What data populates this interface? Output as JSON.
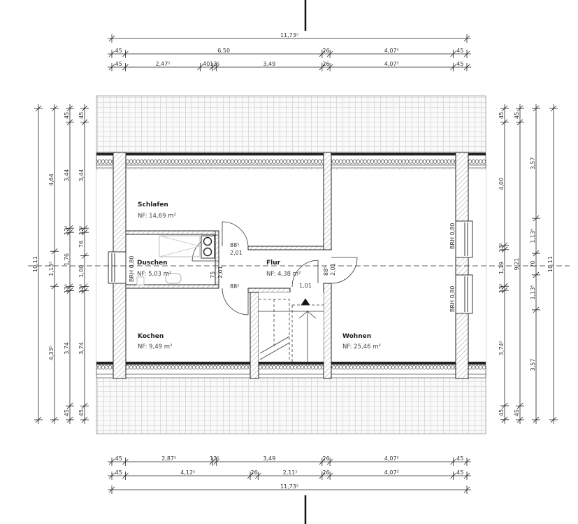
{
  "plan": {
    "rooms": [
      {
        "name": "Schlafen",
        "area": "NF: 14,69 m²"
      },
      {
        "name": "Duschen",
        "area": "NF: 5,03 m²"
      },
      {
        "name": "Flur",
        "area": "NF: 4,38 m²"
      },
      {
        "name": "Kochen",
        "area": "NF: 9,49 m²"
      },
      {
        "name": "Wohnen",
        "area": "NF: 25,46 m²"
      }
    ],
    "door_labels": {
      "schlafen_width": "88⁵",
      "schlafen_height": "2,01",
      "duschen_width": "75",
      "duschen_height": "2,01",
      "kochen_width": "88⁵",
      "stair_width": "1,01",
      "wohnen_width": "88⁵",
      "wohnen_height": "2,01"
    },
    "window_labels": [
      "BRH 0,80",
      "BRH 0,80",
      "BRH 0,80"
    ]
  },
  "dimensions": {
    "top": [
      [
        {
          "label": "11,73⁵",
          "value": 11.735
        }
      ],
      [
        {
          "label": "45",
          "value": 0.45
        },
        {
          "label": "6,50",
          "value": 6.5
        },
        {
          "label": "26",
          "value": 0.26
        },
        {
          "label": "4,07⁵",
          "value": 4.075
        },
        {
          "label": "45",
          "value": 0.45
        }
      ],
      [
        {
          "label": "45",
          "value": 0.45
        },
        {
          "label": "2,47⁵",
          "value": 2.475
        },
        {
          "label": "40",
          "value": 0.4
        },
        {
          "label": "13⁵",
          "value": 0.135
        },
        {
          "label": "3,49",
          "value": 3.49
        },
        {
          "label": "26",
          "value": 0.26
        },
        {
          "label": "4,07⁵",
          "value": 4.075
        },
        {
          "label": "45",
          "value": 0.45
        }
      ]
    ],
    "bottom": [
      [
        {
          "label": "45",
          "value": 0.45
        },
        {
          "label": "2,87⁵",
          "value": 2.875
        },
        {
          "label": "13⁵",
          "value": 0.135
        },
        {
          "label": "3,49",
          "value": 3.49
        },
        {
          "label": "26",
          "value": 0.26
        },
        {
          "label": "4,07⁵",
          "value": 4.075
        },
        {
          "label": "45",
          "value": 0.45
        }
      ],
      [
        {
          "label": "45",
          "value": 0.45
        },
        {
          "label": "4,12⁵",
          "value": 4.125
        },
        {
          "label": "26",
          "value": 0.26
        },
        {
          "label": "2,11⁵",
          "value": 2.115
        },
        {
          "label": "26",
          "value": 0.26
        },
        {
          "label": "4,07⁵",
          "value": 4.075
        },
        {
          "label": "45",
          "value": 0.45
        }
      ],
      [
        {
          "label": "11,73⁵",
          "value": 11.735
        }
      ]
    ],
    "left": [
      [
        {
          "label": "10,11",
          "value": 10.11
        }
      ],
      [
        {
          "label": "4,64",
          "value": 4.64
        },
        {
          "label": "1,13⁵",
          "value": 1.135
        },
        {
          "label": "4,33⁵",
          "value": 4.335
        }
      ],
      [
        {
          "label": "45",
          "value": 0.45
        },
        {
          "label": "3,44",
          "value": 3.44
        },
        {
          "label": "13⁵",
          "value": 0.135
        },
        {
          "label": "1,76",
          "value": 1.76
        },
        {
          "label": "13⁵",
          "value": 0.135
        },
        {
          "label": "3,74",
          "value": 3.74
        },
        {
          "label": "45",
          "value": 0.45
        }
      ],
      [
        {
          "label": "45",
          "value": 0.45
        },
        {
          "label": "3,44",
          "value": 3.44
        },
        {
          "label": "13⁵",
          "value": 0.135
        },
        {
          "label": "76",
          "value": 0.76
        },
        {
          "label": "1,00",
          "value": 1.0
        },
        {
          "label": "13⁵",
          "value": 0.135
        },
        {
          "label": "3,74",
          "value": 3.74
        },
        {
          "label": "45",
          "value": 0.45
        }
      ]
    ],
    "right": [
      [
        {
          "label": "45",
          "value": 0.45
        },
        {
          "label": "4,00",
          "value": 4.0
        },
        {
          "label": "13⁵",
          "value": 0.135
        },
        {
          "label": "1,19",
          "value": 1.19
        },
        {
          "label": "13⁵",
          "value": 0.135
        },
        {
          "label": "3,74⁵",
          "value": 3.745
        },
        {
          "label": "45",
          "value": 0.45
        }
      ],
      [
        {
          "label": "45",
          "value": 0.45
        },
        {
          "label": "9,21",
          "value": 9.21
        },
        {
          "label": "45",
          "value": 0.45
        }
      ],
      [
        {
          "label": "3,57",
          "value": 3.57
        },
        {
          "label": "1,13⁵",
          "value": 1.135
        },
        {
          "label": "70",
          "value": 0.7
        },
        {
          "label": "1,13⁵",
          "value": 1.135
        },
        {
          "label": "3,57",
          "value": 3.57
        }
      ],
      [
        {
          "label": "10,11",
          "value": 10.11
        }
      ]
    ]
  }
}
